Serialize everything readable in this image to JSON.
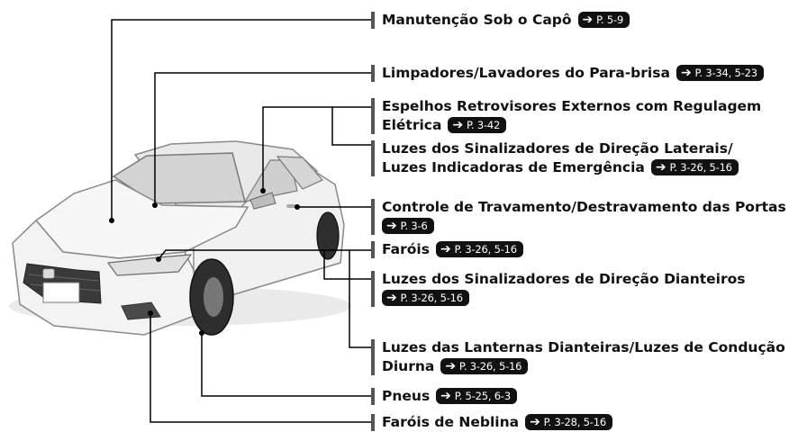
{
  "labels": [
    {
      "text": "Manutenção Sob o Capô",
      "text2": "",
      "ref": "P. 5-9"
    },
    {
      "text": "Limpadores/Lavadores do Para-brisa",
      "text2": "",
      "ref": "P. 3-34, 5-23"
    },
    {
      "text": "Espelhos Retrovisores Externos com Regulagem",
      "text2": "Elétrica",
      "ref": "P. 3-42"
    },
    {
      "text": "Luzes dos Sinalizadores de Direção Laterais/",
      "text2": "Luzes Indicadoras de Emergência",
      "ref": "P. 3-26, 5-16"
    },
    {
      "text": "Controle de Travamento/Destravamento das Portas",
      "text2": "",
      "ref": "P. 3-6"
    },
    {
      "text": "Faróis",
      "text2": "",
      "ref": "P. 3-26, 5-16"
    },
    {
      "text": "Luzes dos Sinalizadores de Direção Dianteiros",
      "text2": "",
      "ref": "P. 3-26, 5-16"
    },
    {
      "text": "Luzes das Lanternas Dianteiras/Luzes de Condução",
      "text2": "Diurna",
      "ref": "P. 3-26, 5-16"
    },
    {
      "text": "Pneus",
      "text2": "",
      "ref": "P. 5-25, 6-3"
    },
    {
      "text": "Faróis de Neblina",
      "text2": "",
      "ref": "P. 3-28, 5-16"
    }
  ],
  "ref_arrow": "➔",
  "colors": {
    "car_body": "#f4f4f4",
    "car_outline": "#777777",
    "leader": "#000000",
    "ref_badge": "#111111"
  }
}
